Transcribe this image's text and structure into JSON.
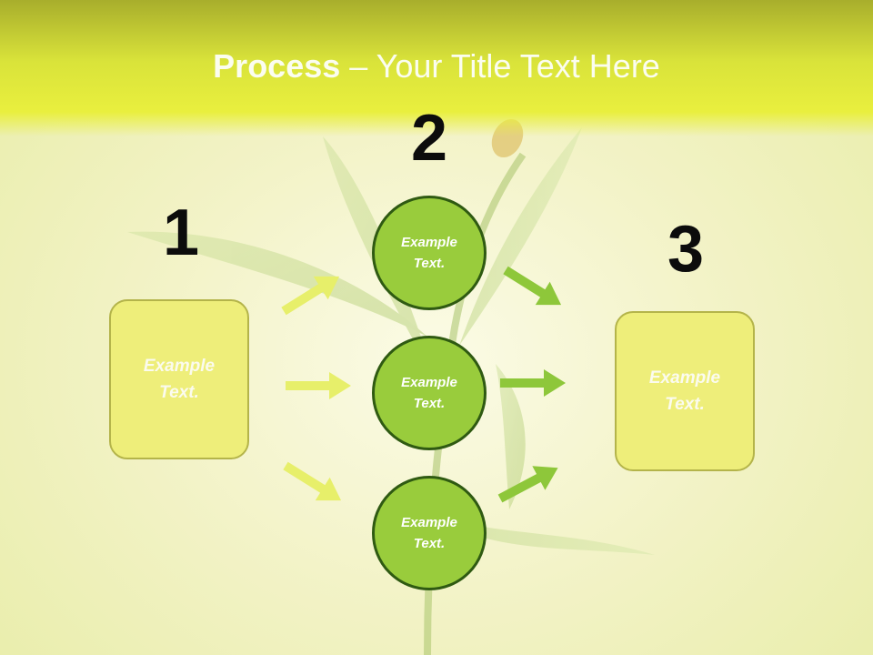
{
  "slide": {
    "title_bold": "Process",
    "title_rest": " – Your Title Text Here",
    "numbers": {
      "one": "1",
      "two": "2",
      "three": "3"
    },
    "left_box": "Example\nText.",
    "right_box": "Example\nText.",
    "circles": [
      "Example\nText.",
      "Example\nText.",
      "Example\nText."
    ]
  },
  "colors": {
    "header": "#d9e33a",
    "box_fill": "#eeee7a",
    "circle_fill": "#99cc3c",
    "circle_border": "#2f5a12",
    "arrow_left": "#e7ef6a",
    "arrow_right": "#8ec73a"
  },
  "icons": {
    "arrow": "right-arrow-icon"
  }
}
